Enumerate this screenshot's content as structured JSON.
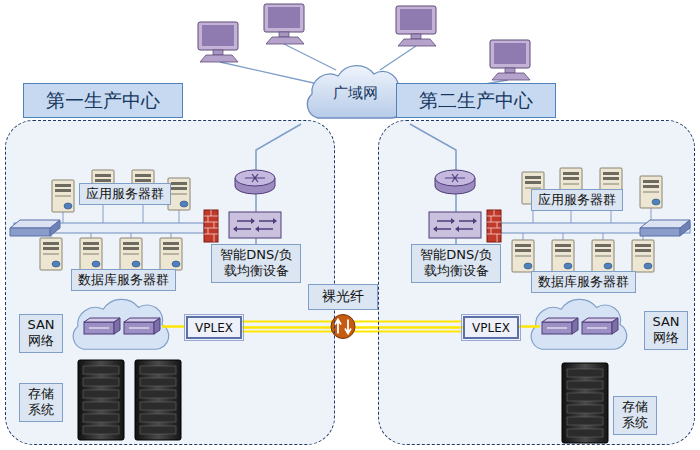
{
  "diagram": {
    "nodes": [
      {
        "text": [
          "广域网"
        ]
      },
      {
        "text": [
          "第一生产中心"
        ]
      },
      {
        "text": [
          "应用服务器群"
        ],
        "in": 1
      },
      {
        "text": [
          "智能DNS/负载均衡设备"
        ],
        "in": 1
      },
      {
        "text": [
          "数据库服务器群"
        ],
        "in": 1
      },
      {
        "text": [
          "SAN 网络"
        ],
        "in": 1
      },
      {
        "text": [
          "VPLEX"
        ],
        "in": 1
      },
      {
        "text": [
          "存储 系统"
        ],
        "in": 1
      },
      {
        "text": [
          "裸光纤"
        ]
      },
      {
        "text": [
          "第二生产中心"
        ]
      },
      {
        "text": [
          "应用服务器群"
        ],
        "in": 9
      },
      {
        "text": [
          "智能DNS/负载均衡设备"
        ],
        "in": 9
      },
      {
        "text": [
          "数据库服务器群"
        ],
        "in": 9
      },
      {
        "text": [
          "SAN 网络"
        ],
        "in": 9
      },
      {
        "text": [
          "VPLEX"
        ],
        "in": 9
      },
      {
        "text": [
          "存储 系统"
        ],
        "in": 9
      }
    ],
    "edges": [
      {
        "from": 0,
        "to": 3,
        "arrow": "none"
      },
      {
        "from": 0,
        "to": 11,
        "arrow": "none"
      },
      {
        "from": 6,
        "to": 14,
        "arrow": "none"
      }
    ]
  }
}
